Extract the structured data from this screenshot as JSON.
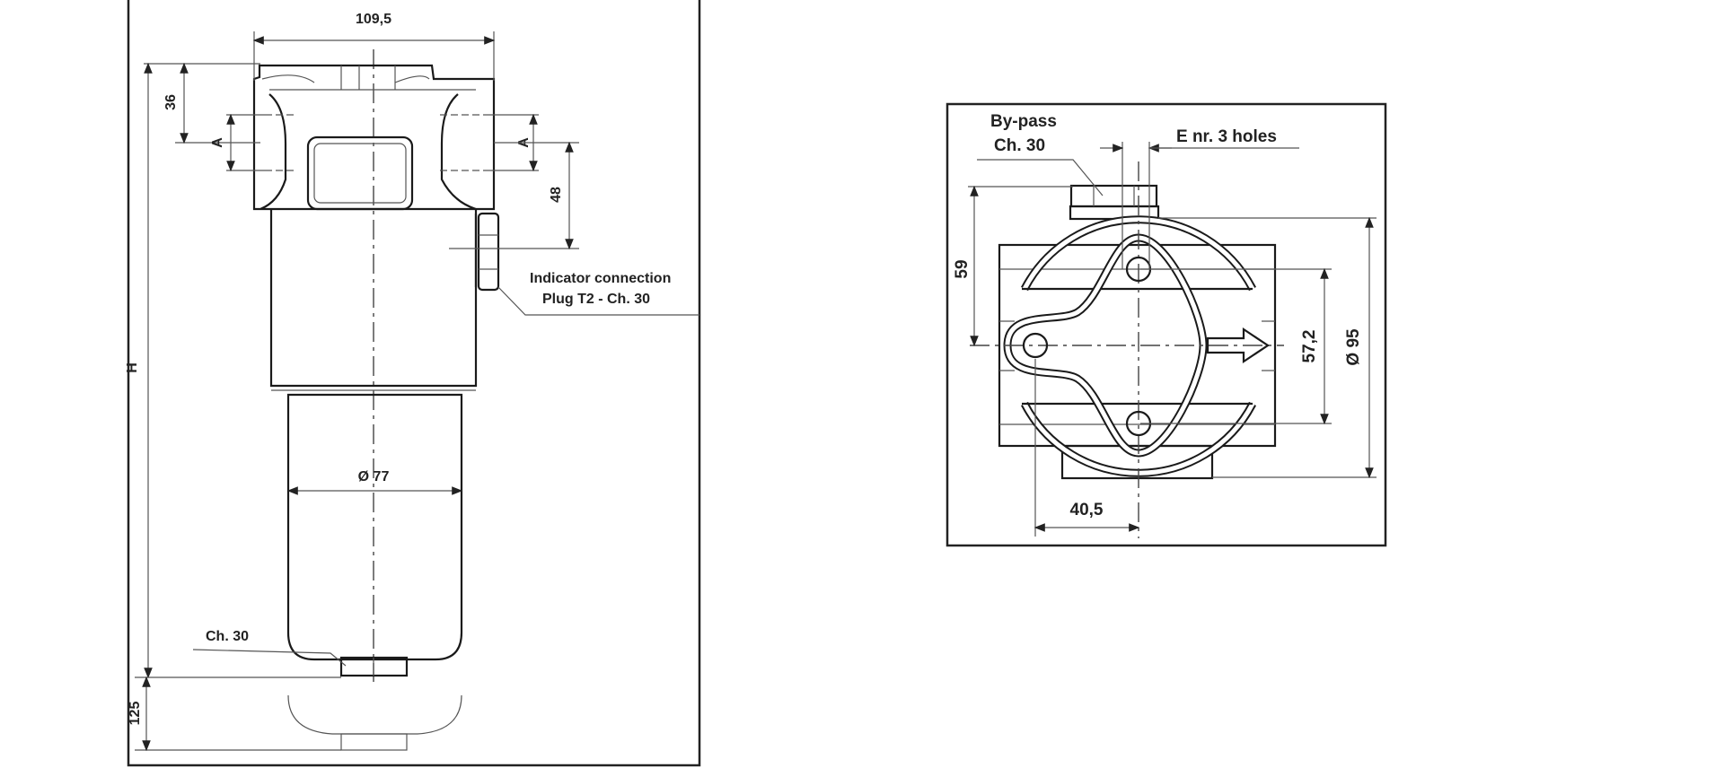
{
  "side_view": {
    "width_dim": "109,5",
    "height_dim": "H",
    "head_dim": "36",
    "port_label_left": "A",
    "port_label_right": "A",
    "indicator_offset_dim": "48",
    "indicator_note_line1": "Indicator connection",
    "indicator_note_line2": "Plug T2 - Ch. 30",
    "bowl_diameter": "Ø 77",
    "drain_note": "Ch. 30",
    "removal_clearance": "125"
  },
  "top_view": {
    "bypass_line1": "By-pass",
    "bypass_line2": "Ch. 30",
    "holes_note": "E nr. 3 holes",
    "height_dim": "59",
    "hole_spacing_dim": "57,2",
    "diameter_dim": "Ø 95",
    "offset_dim": "40,5"
  }
}
